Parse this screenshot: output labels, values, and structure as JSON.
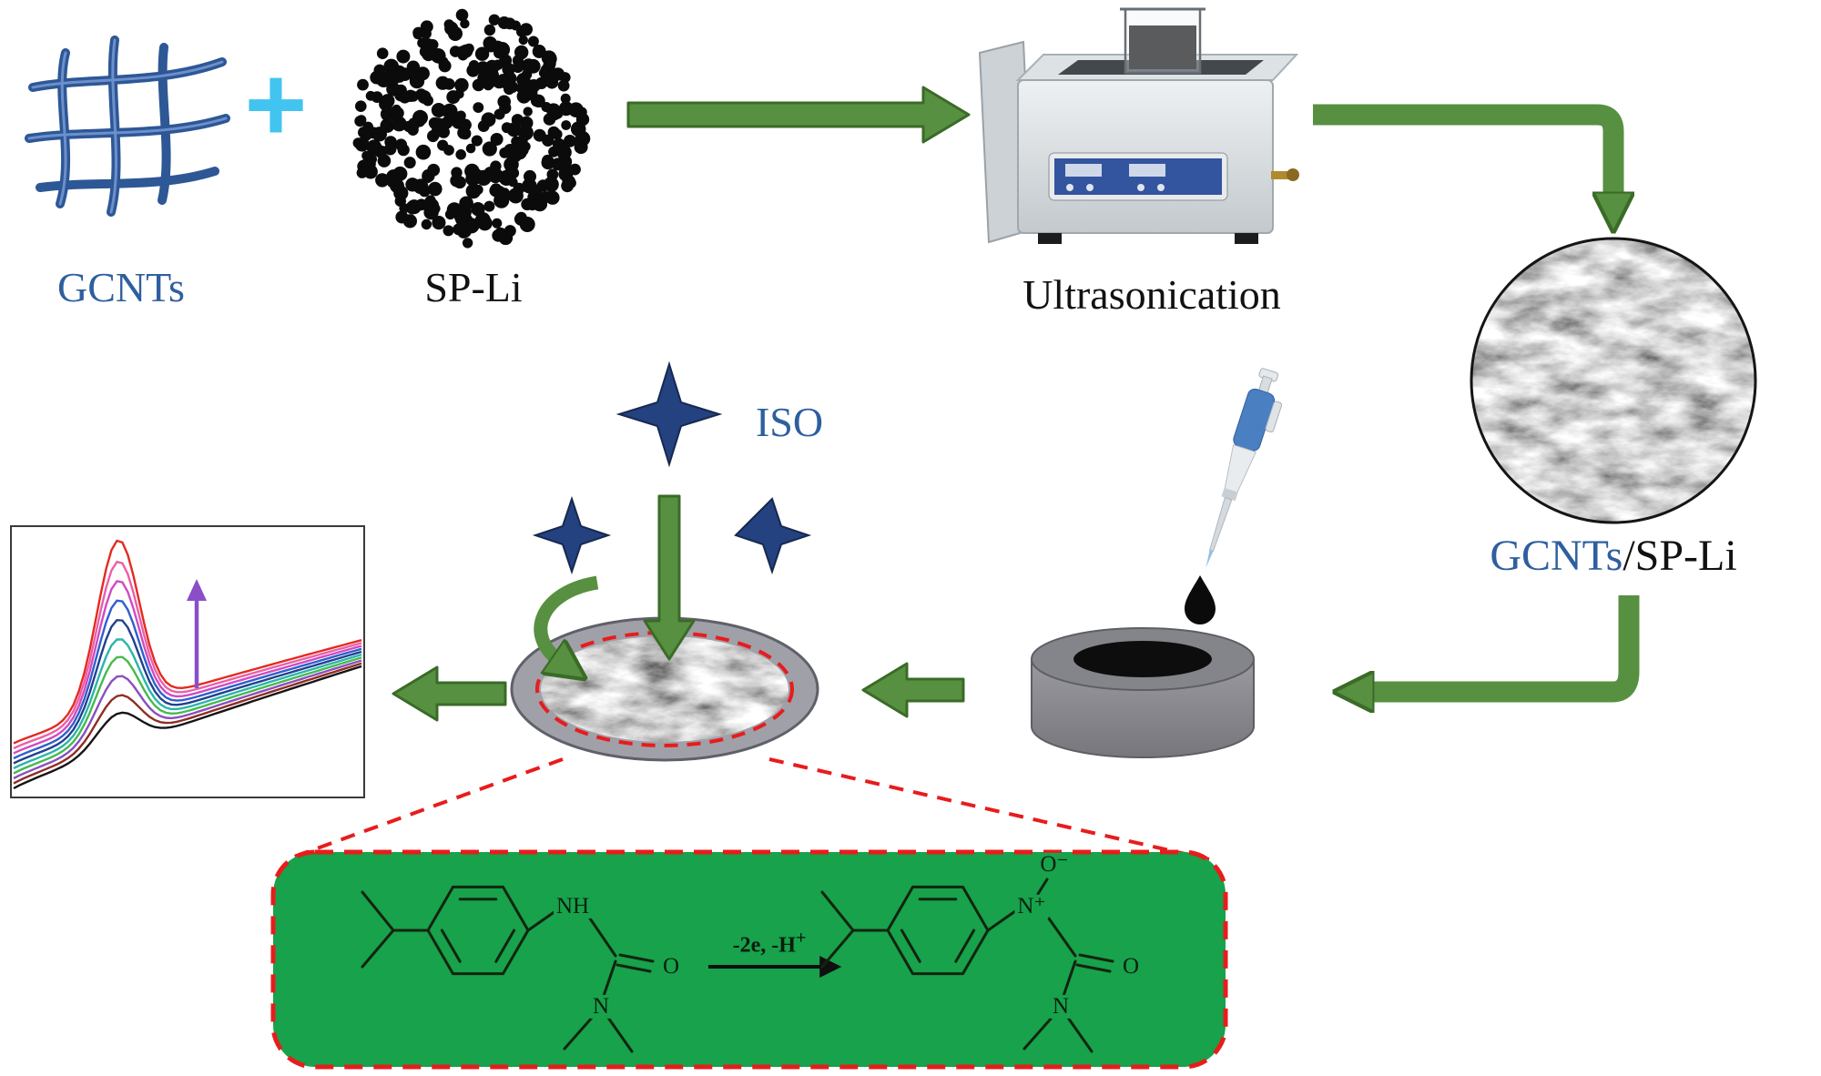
{
  "labels": {
    "gcnts": "GCNTs",
    "plus": "+",
    "sp_li": "SP-Li",
    "ultrasonication": "Ultrasonication",
    "product_prefix": "GCNTs",
    "product_suffix": "/SP-Li",
    "iso": "ISO"
  },
  "reaction": {
    "condition_main": "-2e, -H",
    "condition_sup": "+",
    "atoms": {
      "nh": "NH",
      "o_left": "O",
      "n_left": "N",
      "o_minus": "O⁻",
      "n_plus": "N⁺",
      "o_right": "O",
      "n_right": "N"
    }
  },
  "colors": {
    "arrow_green": "#579040",
    "arrow_green_dark": "#3a6b27",
    "label_blue": "#2e5f9e",
    "plus_cyan": "#41c4f0",
    "star_blue": "#24427f",
    "box_green": "#17a24b",
    "dashed_red": "#e81c1c",
    "chart_annotation_purple": "#8a4fc8"
  },
  "chart_data": {
    "type": "line",
    "title": "",
    "xlabel": "",
    "ylabel": "",
    "annotation": "purple up-arrow: peak current increases across curves",
    "peak_position_fraction": 0.3,
    "series": [
      {
        "name": "curve-1",
        "color": "#e42a20",
        "peak": 1.0
      },
      {
        "name": "curve-2",
        "color": "#ec5fa7",
        "peak": 0.9
      },
      {
        "name": "curve-3",
        "color": "#cf4cc0",
        "peak": 0.81
      },
      {
        "name": "curve-4",
        "color": "#2f5ece",
        "peak": 0.72
      },
      {
        "name": "curve-5",
        "color": "#23408f",
        "peak": 0.63
      },
      {
        "name": "curve-6",
        "color": "#2ab5ab",
        "peak": 0.54
      },
      {
        "name": "curve-7",
        "color": "#47b94f",
        "peak": 0.46
      },
      {
        "name": "curve-8",
        "color": "#8a4fc0",
        "peak": 0.37
      },
      {
        "name": "curve-9",
        "color": "#8f2d23",
        "peak": 0.28
      },
      {
        "name": "curve-10",
        "color": "#151515",
        "peak": 0.2
      }
    ]
  }
}
